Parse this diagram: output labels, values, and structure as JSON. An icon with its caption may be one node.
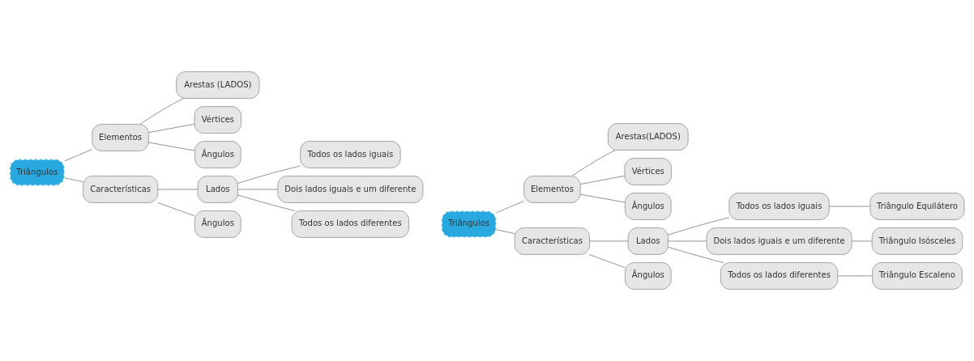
{
  "diagram": {
    "nodes": [
      {
        "text": [
          "Triângulos"
        ]
      },
      {
        "text": [
          "Elementos"
        ]
      },
      {
        "text": [
          "Arestas (LADOS)"
        ]
      },
      {
        "text": [
          "Vértices"
        ]
      },
      {
        "text": [
          "Ângulos"
        ]
      },
      {
        "text": [
          "Características"
        ]
      },
      {
        "text": [
          "Lados"
        ]
      },
      {
        "text": [
          "Todos os lados iguais"
        ]
      },
      {
        "text": [
          "Dois lados iguais e um diferente"
        ]
      },
      {
        "text": [
          "Todos os lados diferentes"
        ]
      },
      {
        "text": [
          "Ângulos"
        ]
      },
      {
        "text": [
          "Triângulos"
        ]
      },
      {
        "text": [
          "Elementos"
        ]
      },
      {
        "text": [
          "Arestas(LADOS)"
        ]
      },
      {
        "text": [
          "Vértices"
        ]
      },
      {
        "text": [
          "Ângulos"
        ]
      },
      {
        "text": [
          "Características"
        ]
      },
      {
        "text": [
          "Lados"
        ]
      },
      {
        "text": [
          "Todos os lados iguais"
        ]
      },
      {
        "text": [
          "Triângulo Equilátero"
        ]
      },
      {
        "text": [
          "Dois lados iguais e um diferente"
        ]
      },
      {
        "text": [
          "Triângulo Isósceles"
        ]
      },
      {
        "text": [
          "Todos os lados diferentes"
        ]
      },
      {
        "text": [
          "Triângulo Escaleno"
        ]
      },
      {
        "text": [
          "Ângulos"
        ]
      }
    ],
    "edges": [
      {
        "from": 0,
        "to": 1,
        "arrow": "none"
      },
      {
        "from": 1,
        "to": 2,
        "arrow": "none"
      },
      {
        "from": 1,
        "to": 3,
        "arrow": "none"
      },
      {
        "from": 1,
        "to": 4,
        "arrow": "none"
      },
      {
        "from": 0,
        "to": 5,
        "arrow": "none"
      },
      {
        "from": 5,
        "to": 6,
        "arrow": "none"
      },
      {
        "from": 6,
        "to": 7,
        "arrow": "none"
      },
      {
        "from": 6,
        "to": 8,
        "arrow": "none"
      },
      {
        "from": 6,
        "to": 9,
        "arrow": "none"
      },
      {
        "from": 5,
        "to": 10,
        "arrow": "none"
      },
      {
        "from": 11,
        "to": 12,
        "arrow": "none"
      },
      {
        "from": 12,
        "to": 13,
        "arrow": "none"
      },
      {
        "from": 12,
        "to": 14,
        "arrow": "none"
      },
      {
        "from": 12,
        "to": 15,
        "arrow": "none"
      },
      {
        "from": 11,
        "to": 16,
        "arrow": "none"
      },
      {
        "from": 16,
        "to": 17,
        "arrow": "none"
      },
      {
        "from": 17,
        "to": 18,
        "arrow": "none"
      },
      {
        "from": 18,
        "to": 19,
        "arrow": "none"
      },
      {
        "from": 17,
        "to": 20,
        "arrow": "none"
      },
      {
        "from": 20,
        "to": 21,
        "arrow": "none"
      },
      {
        "from": 17,
        "to": 22,
        "arrow": "none"
      },
      {
        "from": 22,
        "to": 23,
        "arrow": "none"
      },
      {
        "from": 16,
        "to": 24,
        "arrow": "none"
      }
    ]
  }
}
